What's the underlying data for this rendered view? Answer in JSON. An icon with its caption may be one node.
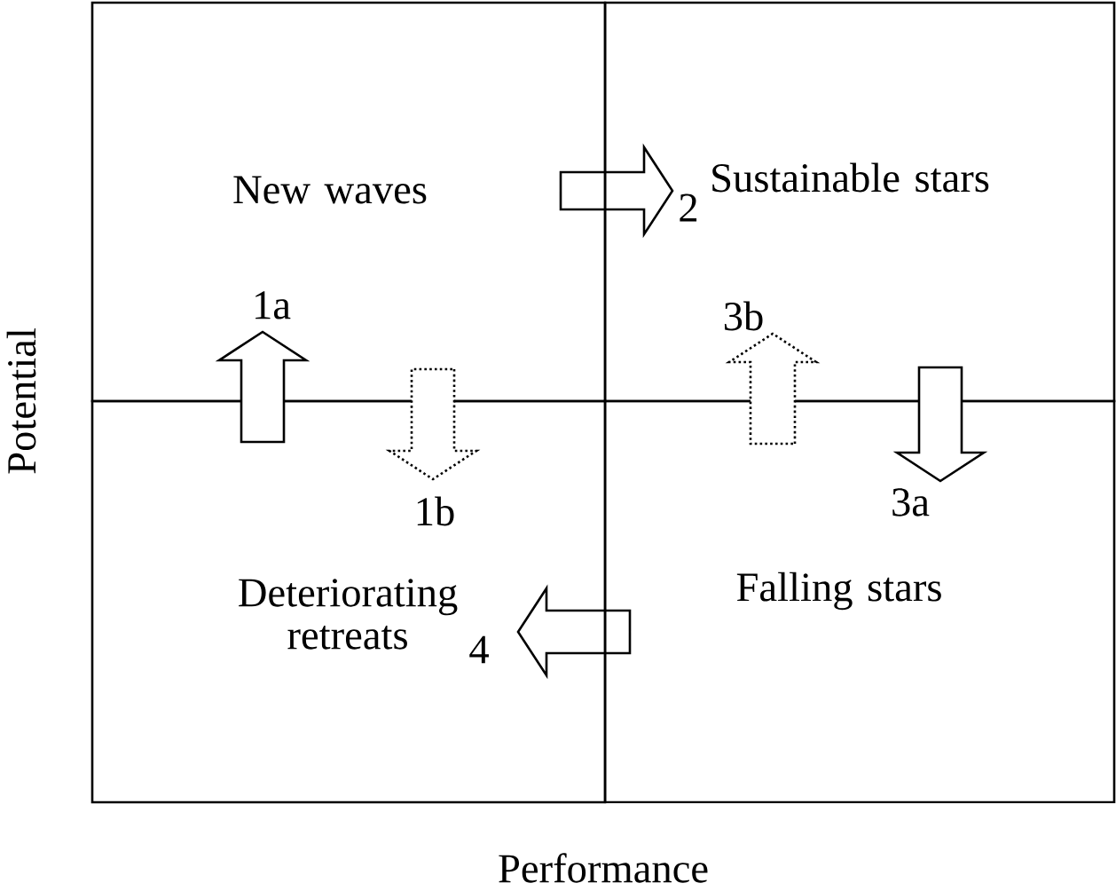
{
  "diagram": {
    "nodes": [
      {
        "text": [
          "New waves"
        ]
      },
      {
        "text": [
          "Sustainable stars"
        ]
      },
      {
        "text": [
          "Deteriorating retreats"
        ]
      },
      {
        "text": [
          "Falling stars"
        ]
      }
    ],
    "edges": [
      {
        "from": 2,
        "to": 0,
        "arrow": "to",
        "label": "1a"
      },
      {
        "from": 0,
        "to": 2,
        "arrow": "to",
        "label": "1b",
        "style": "dashed"
      },
      {
        "from": 0,
        "to": 1,
        "arrow": "to",
        "label": "2"
      },
      {
        "from": 1,
        "to": 3,
        "arrow": "to",
        "label": "3a"
      },
      {
        "from": 3,
        "to": 1,
        "arrow": "to",
        "label": "3b",
        "style": "dashed"
      },
      {
        "from": 3,
        "to": 2,
        "arrow": "to",
        "label": "4"
      }
    ],
    "labels": [
      "Potential",
      "Performance"
    ]
  }
}
